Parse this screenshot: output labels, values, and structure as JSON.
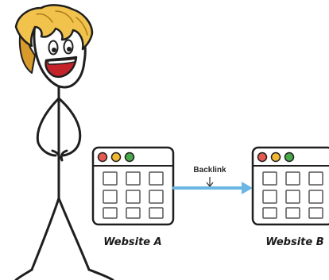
{
  "diagram": {
    "link_label": "Backlink",
    "site_a": {
      "label": "Website A"
    },
    "site_b": {
      "label": "Website B"
    }
  },
  "colors": {
    "arrow": "#6ab7e3",
    "dot_red": "#e35a4f",
    "dot_yellow": "#f2b733",
    "dot_green": "#48a84a",
    "hair": "#f1c24c",
    "hair_shadow": "#d89a2a",
    "mouth": "#c4232a",
    "outline": "#1f1f1f",
    "window_fill": "#ffffff"
  },
  "icons": [
    "stick-figure-illustration",
    "browser-window-icon",
    "arrow-right-icon",
    "arrow-down-icon"
  ]
}
